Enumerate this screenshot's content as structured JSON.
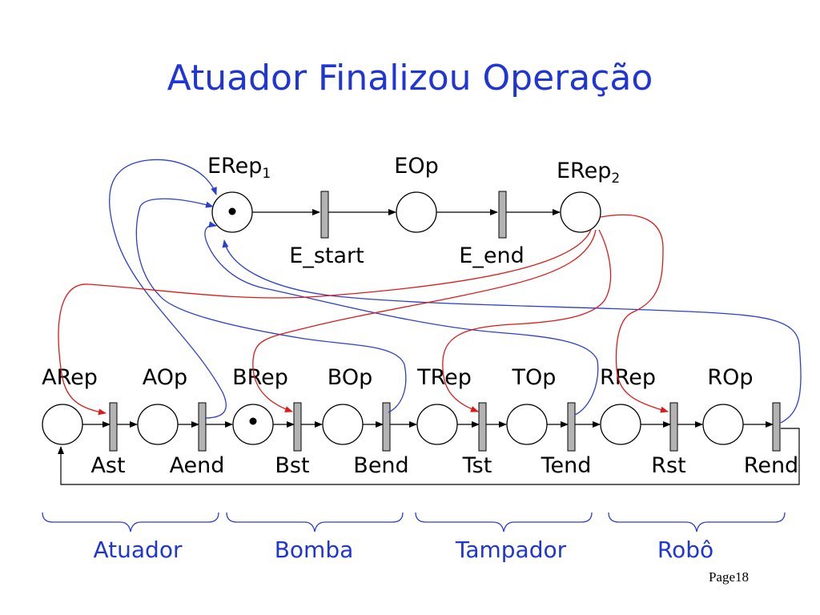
{
  "title": "Atuador Finalizou Operação",
  "emulator": {
    "places": [
      {
        "label": "ERep",
        "sub": "1",
        "marked": true
      },
      {
        "label": "EOp",
        "sub": "",
        "marked": false
      },
      {
        "label": "ERep",
        "sub": "2",
        "marked": false
      }
    ],
    "transitions": [
      "E_start",
      "E_end"
    ]
  },
  "chain": {
    "places": [
      {
        "label": "ARep",
        "marked": false
      },
      {
        "label": "AOp",
        "marked": false
      },
      {
        "label": "BRep",
        "marked": true
      },
      {
        "label": "BOp",
        "marked": false
      },
      {
        "label": "TRep",
        "marked": false
      },
      {
        "label": "TOp",
        "marked": false
      },
      {
        "label": "RRep",
        "marked": false
      },
      {
        "label": "ROp",
        "marked": false
      }
    ],
    "transitions": [
      "Ast",
      "Aend",
      "Bst",
      "Bend",
      "Tst",
      "Tend",
      "Rst",
      "Rend"
    ]
  },
  "groups": [
    "Atuador",
    "Bomba",
    "Tampador",
    "Robô"
  ],
  "page": "Page18",
  "colors": {
    "title": "#1f35d6",
    "groups": "#1f35d6",
    "blue_arc": "#2b3fd0",
    "red_arc": "#e01818",
    "transition_fill": "#b3b3b3"
  }
}
